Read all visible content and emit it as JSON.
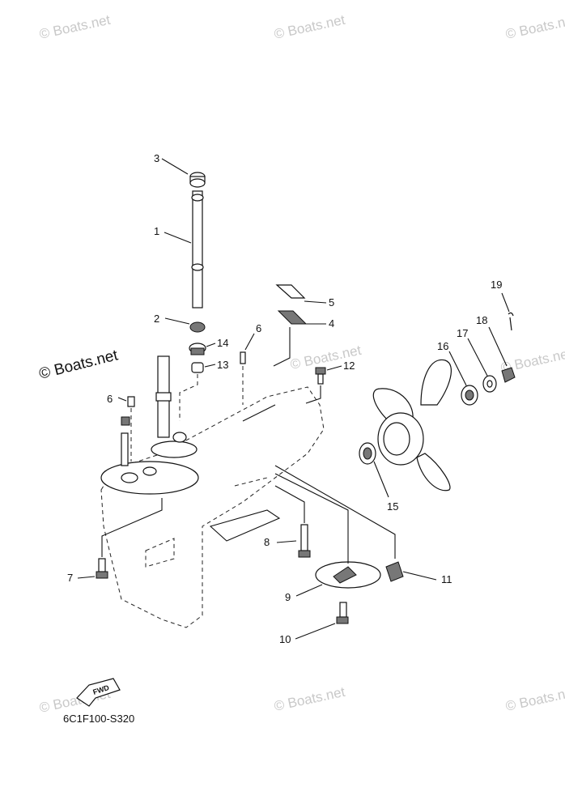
{
  "watermark": "© Boats.net",
  "drawing_code": "6C1F100-S320",
  "fwd_label": "FWD",
  "callouts": [
    "1",
    "2",
    "3",
    "4",
    "5",
    "6",
    "6",
    "7",
    "8",
    "9",
    "10",
    "11",
    "12",
    "13",
    "14",
    "15",
    "16",
    "17",
    "18",
    "19"
  ]
}
